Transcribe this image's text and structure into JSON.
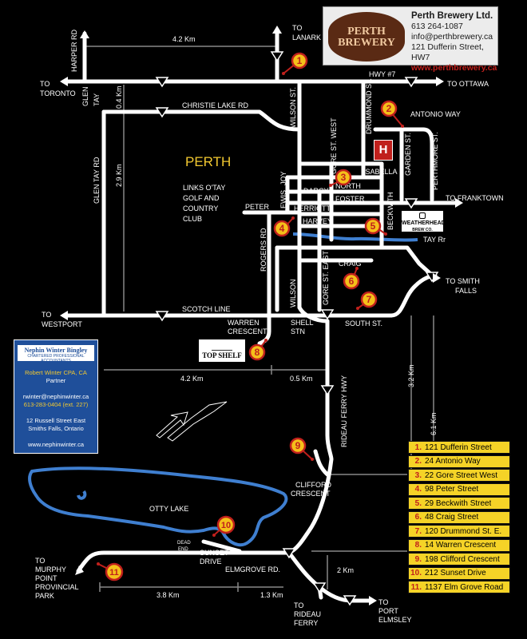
{
  "colors": {
    "road": "#ffffff",
    "water": "#3f7fd0",
    "label_yellow": "#f2c830",
    "pin_fill": "#f5c01a",
    "pin_red": "#c0201c"
  },
  "town_label": "PERTH",
  "destinations": {
    "lanark": [
      "TO",
      "LANARK"
    ],
    "toronto": [
      "TO",
      "TORONTO"
    ],
    "ottawa": "TO OTTAWA",
    "westport": [
      "TO",
      "WESTPORT"
    ],
    "franktown": "TO FRANKTOWN",
    "smiths_falls": [
      "TO SMITH",
      "FALLS"
    ],
    "murphy_point": [
      "TO",
      "MURPHY",
      "POINT",
      "PROVINCIAL",
      "PARK"
    ],
    "rideau_ferry": [
      "TO",
      "RIDEAU",
      "FERRY"
    ],
    "port_elmsley": [
      "TO",
      "PORT",
      "ELMSLEY"
    ]
  },
  "roads": {
    "harper": "HARPER RD",
    "hwy7": "HWY #7",
    "glen_tay": [
      "GLEN",
      "TAY"
    ],
    "glen_tay_rd": "GLEN TAY RD",
    "christie": "CHRISTIE LAKE RD",
    "wilson_st": "WILSON ST.",
    "wilson": "WILSON",
    "drummond": "DRUMMOND ST.",
    "gore_west": "GORE ST. WEST",
    "gore_east": "GORE ST. EAST",
    "antonio": "ANTONIO WAY",
    "garden": "GARDEN ST.",
    "perthmore": "PERTHMORE ST.",
    "isabella": "ISABELLA",
    "darcy": "DARCY",
    "north": "NORTH",
    "foster": "FOSTER",
    "herriott": "HERRIOTT",
    "harvey": "HARVEY",
    "craig": "CRAIG",
    "beckwith": "BECKWITH",
    "lewis": "LEWIS",
    "joy": "JOY",
    "peter": "PETER",
    "rogers": "ROGERS RD",
    "scotch": "SCOTCH LINE",
    "south": "SOUTH ST.",
    "warren": [
      "WARREN",
      "CRESCENT"
    ],
    "shell": [
      "SHELL",
      "STN"
    ],
    "rideau_hwy": "RIDEAU FERRY HWY",
    "clifford": [
      "CLIFFORD",
      "CRESCENT"
    ],
    "sunset": [
      "SUNSET",
      "DRIVE"
    ],
    "dead_end": [
      "DEAD",
      "END"
    ],
    "elmgrove": "ELMGROVE RD.",
    "tay_river": "TAY Rr",
    "otty": "OTTY LAKE",
    "links": [
      "LINKS O'TAY",
      "GOLF  AND",
      "COUNTRY",
      "CLUB"
    ]
  },
  "distances": {
    "d42_top": "4.2 Km",
    "d04": "0.4 Km",
    "d29": "2.9 Km",
    "d42_bottom": "4.2 Km",
    "d05": "0.5 Km",
    "d32": "3.2 Km",
    "d61": "6.1 Km",
    "d2": "2 Km",
    "d38": "3.8 Km",
    "d13": "1.3 Km"
  },
  "brewery_ad": {
    "logo_top": "PERTH",
    "logo_main": "BREWERY",
    "name": "Perth Brewery Ltd.",
    "phone": "613 264-1087",
    "email": "info@perthbrewery.ca",
    "address": "121 Dufferin Street, HW7",
    "website": "www.perthbrewery.ca"
  },
  "nephin_ad": {
    "firm": "Nephin Winter Bingley",
    "tagline": "CHARTERED PROFESSIONAL ACCOUNTANTS",
    "person": "Robert Winter CPA, CA",
    "role": "Partner",
    "email": "rwinter@nephinwinter.ca",
    "phone": "613-283-0404 (ext. 227)",
    "street": "12 Russell Street East",
    "city": "Smiths Falls, Ontario",
    "web": "www.nephinwinter.ca"
  },
  "topshelf_sign": "TOP SHELF",
  "weatherhead_sign": [
    "WEATHERHEAD",
    "BREW CO."
  ],
  "hospital_symbol": "H",
  "pins": [
    "1",
    "2",
    "3",
    "4",
    "5",
    "6",
    "7",
    "8",
    "9",
    "10",
    "11"
  ],
  "legend": [
    {
      "num": "1.",
      "name": "121 Dufferin Street"
    },
    {
      "num": "2.",
      "name": "24 Antonio Way"
    },
    {
      "num": "3.",
      "name": "22 Gore Street West"
    },
    {
      "num": "4.",
      "name": "98 Peter Street"
    },
    {
      "num": "5.",
      "name": "29 Beckwith Street"
    },
    {
      "num": "6.",
      "name": "48 Craig Street"
    },
    {
      "num": "7.",
      "name": "120 Drummond St. E."
    },
    {
      "num": "8.",
      "name": "14 Warren Crescent"
    },
    {
      "num": "9.",
      "name": "198 Clifford Crescent"
    },
    {
      "num": "10.",
      "name": "212 Sunset Drive"
    },
    {
      "num": "11.",
      "name": "1137 Elm Grove Road"
    }
  ]
}
